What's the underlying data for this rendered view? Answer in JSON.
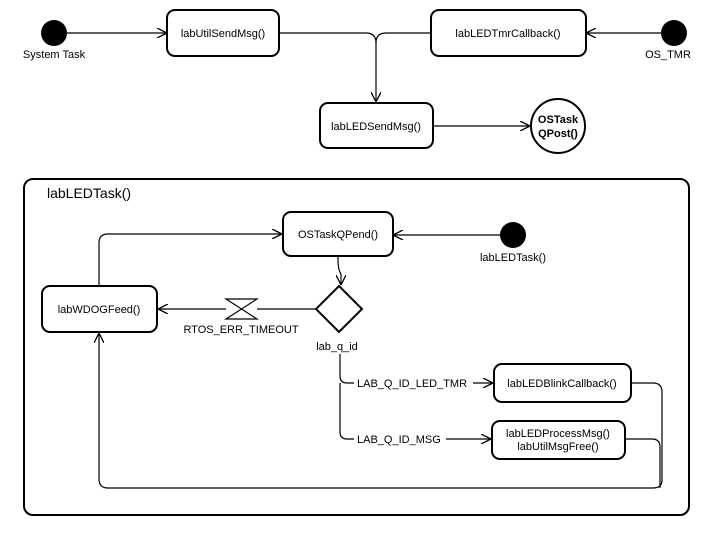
{
  "nodes": {
    "system_task": "System Task",
    "lab_util_send_msg": "labUtilSendMsg()",
    "lab_led_tmr_callback": "labLEDTmrCallback()",
    "os_tmr": "OS_TMR",
    "lab_led_send_msg": "labLEDSendMsg()",
    "os_task_q_post_line1": "OSTask",
    "os_task_q_post_line2": "QPost()",
    "lab_led_task_container": "labLEDTask()",
    "os_task_q_pend": "OSTaskQPend()",
    "lab_led_task_start": "labLEDTask()",
    "lab_wdog_feed": "labWDOGFeed()",
    "rtos_err_timeout": "RTOS_ERR_TIMEOUT",
    "lab_q_id": "lab_q_id",
    "lab_led_blink_callback": "labLEDBlinkCallback()",
    "lab_led_process_msg_line1": "labLEDProcessMsg()",
    "lab_led_process_msg_line2": "labUtilMsgFree()"
  },
  "edges": {
    "led_tmr_label": "LAB_Q_ID_LED_TMR",
    "msg_label": "LAB_Q_ID_MSG"
  }
}
